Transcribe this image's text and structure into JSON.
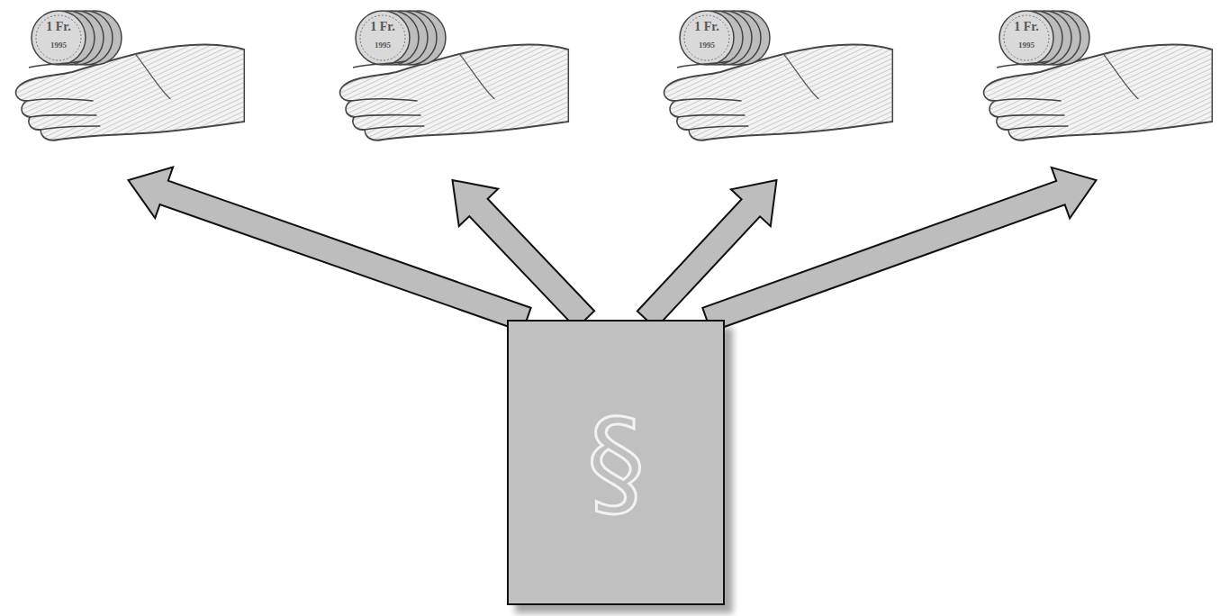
{
  "diagram": {
    "nodes": [
      {
        "text": [
          "§"
        ]
      },
      {
        "text": [
          "1 Fr.",
          "1995"
        ]
      },
      {
        "text": [
          "1 Fr.",
          "1995"
        ]
      },
      {
        "text": [
          "1 Fr.",
          "1995"
        ]
      },
      {
        "text": [
          "1 Fr.",
          "1995"
        ]
      }
    ],
    "edges": [
      {
        "from": 0,
        "to": 1,
        "arrow": "to"
      },
      {
        "from": 0,
        "to": 2,
        "arrow": "to"
      },
      {
        "from": 0,
        "to": 3,
        "arrow": "to"
      },
      {
        "from": 0,
        "to": 4,
        "arrow": "to"
      }
    ]
  }
}
